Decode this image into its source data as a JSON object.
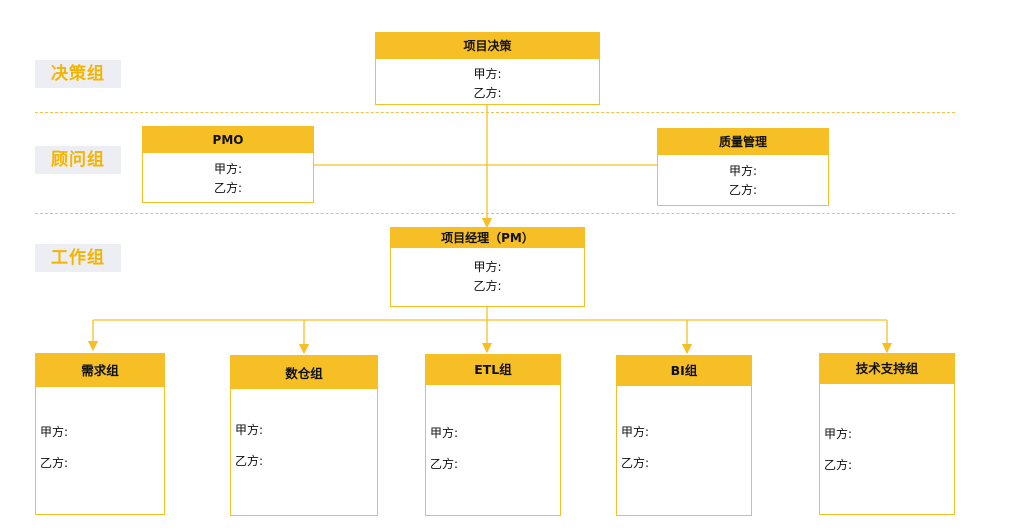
{
  "tiers": {
    "decision": "决策组",
    "advisory": "顾问组",
    "working": "工作组"
  },
  "nodes": {
    "project_decision": {
      "title": "项目决策",
      "party_a": "甲方:",
      "party_b": "乙方:"
    },
    "pmo": {
      "title": "PMO",
      "party_a": "甲方:",
      "party_b": "乙方:"
    },
    "quality": {
      "title": "质量管理",
      "party_a": "甲方:",
      "party_b": "乙方:"
    },
    "pm": {
      "title": "项目经理（PM）",
      "party_a": "甲方:",
      "party_b": "乙方:"
    },
    "requirements": {
      "title": "需求组",
      "party_a": "甲方:",
      "party_b": "乙方:"
    },
    "warehouse": {
      "title": "数仓组",
      "party_a": "甲方:",
      "party_b": "乙方:"
    },
    "etl": {
      "title": "ETL组",
      "party_a": "甲方:",
      "party_b": "乙方:"
    },
    "bi": {
      "title": "BI组",
      "party_a": "甲方:",
      "party_b": "乙方:"
    },
    "tech_support": {
      "title": "技术支持组",
      "party_a": "甲方:",
      "party_b": "乙方:"
    }
  },
  "colors": {
    "accent": "#f6bf26",
    "tier_label_bg": "#eceef3",
    "tier_label_text": "#f4b400",
    "divider": "#f5c04a"
  }
}
